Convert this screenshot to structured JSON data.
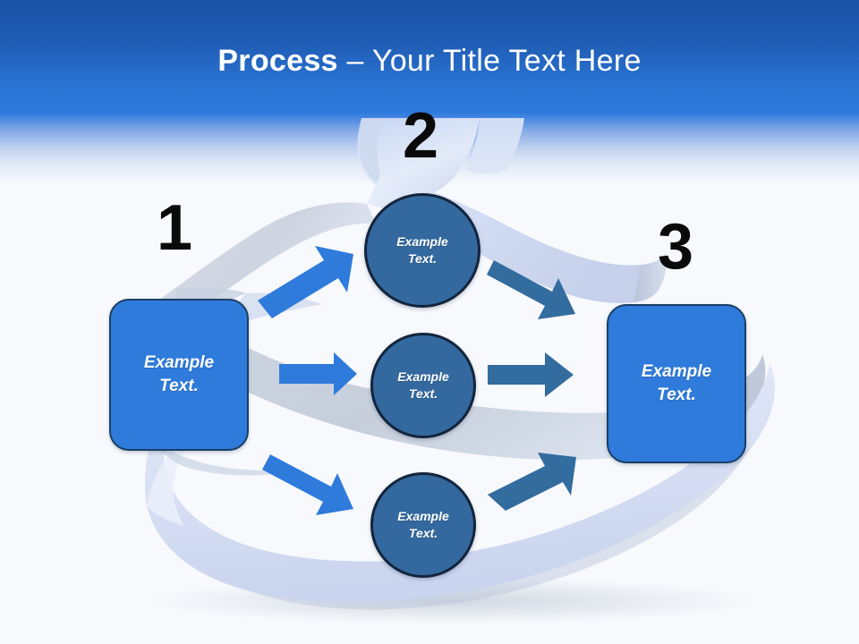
{
  "slide": {
    "title_bold": "Process",
    "title_rest": " – Your Title Text Here",
    "title_full": "Process – Your Title Text Here"
  },
  "colors": {
    "banner_top": "#1a51a4",
    "banner_bottom": "#2d7ade",
    "background": "#f7f9fc",
    "box_fill": "#2f7bdc",
    "box_border": "#1b3f66",
    "circle_fill": "#33699e",
    "circle_border": "#13253c",
    "arrow_light": "#2f7bdc",
    "arrow_dark": "#336c9e",
    "ribbon_light": "#d9e2f5",
    "ribbon_shade": "#c3ccde",
    "number_color": "#0a0a0a",
    "text_on_shape": "#ffffff"
  },
  "stages": [
    {
      "number": "1",
      "name": "input-stage",
      "label_line1": "Example",
      "label_line2": "Text."
    },
    {
      "number": "2",
      "name": "middle-stage",
      "label_line1": "Example",
      "label_line2": "Text."
    },
    {
      "number": "3",
      "name": "output-stage",
      "label_line1": "Example",
      "label_line2": "Text."
    }
  ],
  "nodes": {
    "left_box": {
      "line1": "Example",
      "line2": "Text."
    },
    "right_box": {
      "line1": "Example",
      "line2": "Text."
    },
    "circle_top": {
      "line1": "Example",
      "line2": "Text."
    },
    "circle_middle": {
      "line1": "Example",
      "line2": "Text."
    },
    "circle_bottom": {
      "line1": "Example",
      "line2": "Text."
    }
  },
  "arrows": [
    {
      "name": "arrow-left-to-circle-top",
      "direction": "up-right",
      "color": "#2f7bdc"
    },
    {
      "name": "arrow-left-to-circle-middle",
      "direction": "right",
      "color": "#2f7bdc"
    },
    {
      "name": "arrow-left-to-circle-bottom",
      "direction": "down-right",
      "color": "#2f7bdc"
    },
    {
      "name": "arrow-circle-top-to-right",
      "direction": "down-right",
      "color": "#336c9e"
    },
    {
      "name": "arrow-circle-middle-to-right",
      "direction": "right",
      "color": "#336c9e"
    },
    {
      "name": "arrow-circle-bottom-to-right",
      "direction": "up-right",
      "color": "#336c9e"
    }
  ]
}
